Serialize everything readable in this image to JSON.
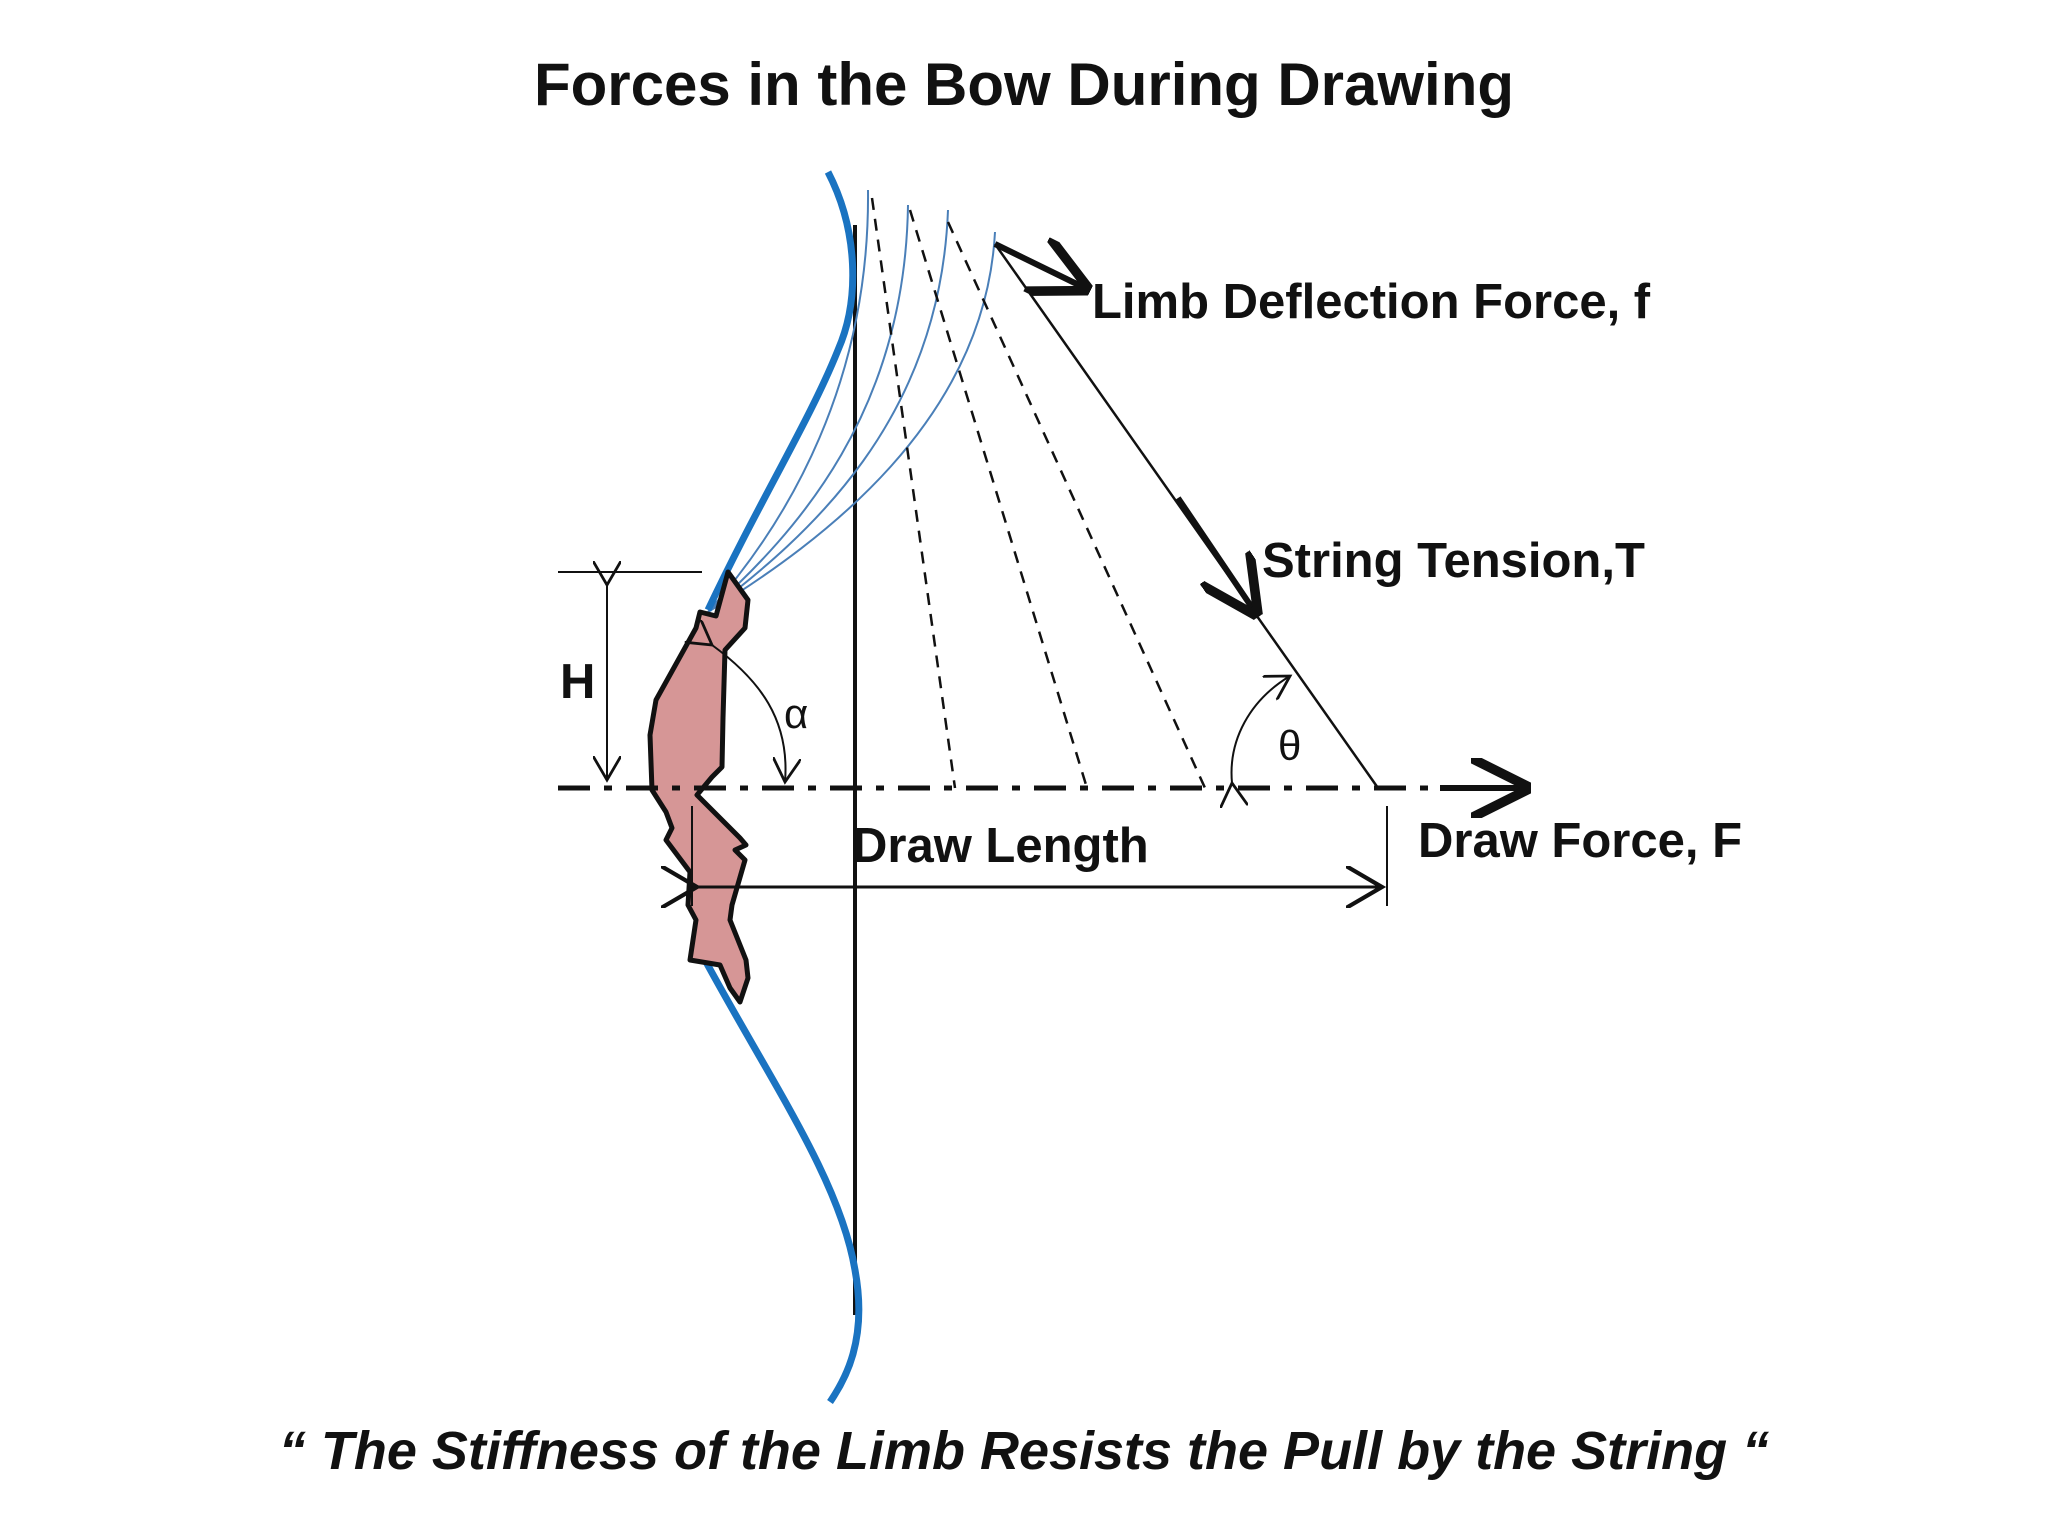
{
  "title": "Forces in the Bow During Drawing",
  "labels": {
    "limb_deflection_force": "Limb Deflection Force, f",
    "string_tension": "String Tension,T",
    "draw_force": "Draw Force, F",
    "draw_length": "Draw Length",
    "height": "H",
    "alpha": "α",
    "theta": "θ"
  },
  "quote": "“ The Stiffness of the Limb Resists the Pull by the String “",
  "colors": {
    "limb": "#1a73c1",
    "limb_thin": "#4a7fb8",
    "grip_fill": "#d69696",
    "line": "#111111"
  }
}
